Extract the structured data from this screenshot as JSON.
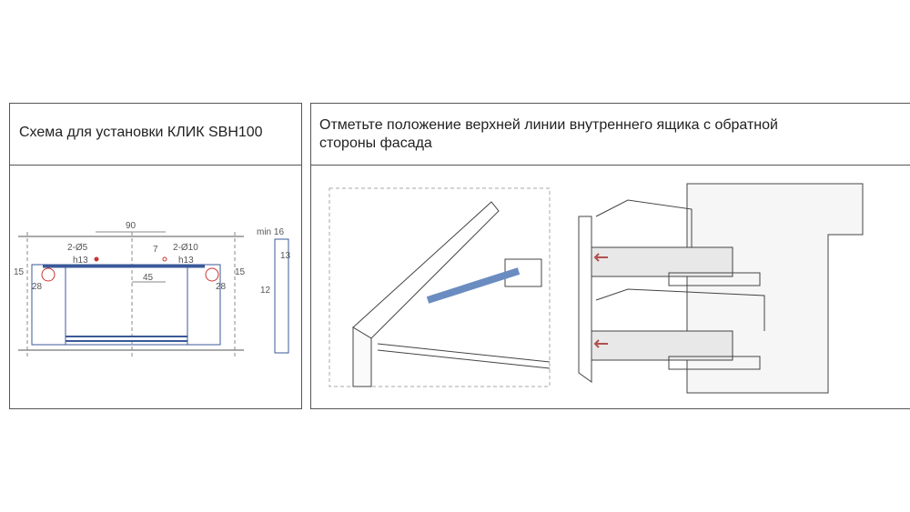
{
  "left_panel": {
    "title": "Схема для установки КЛИК SBH100",
    "dims": {
      "d90": "90",
      "d7": "7",
      "d45": "45",
      "d15a": "15",
      "d15b": "15",
      "d28a": "28",
      "d28b": "28",
      "hole_small": "2-Ø5",
      "hole_small_tol": "h13",
      "hole_large": "2-Ø10",
      "hole_large_tol": "h13",
      "min16": "min 16",
      "d13": "13",
      "d12": "12"
    }
  },
  "right_panel": {
    "title_line1": "Отметьте положение верхней линии внутреннего ящика с обратной",
    "title_line2": "стороны фасада"
  },
  "colors": {
    "border": "#555555",
    "drawing": "#3b5998",
    "hole": "#cc3333",
    "arrow": "#b05050"
  }
}
